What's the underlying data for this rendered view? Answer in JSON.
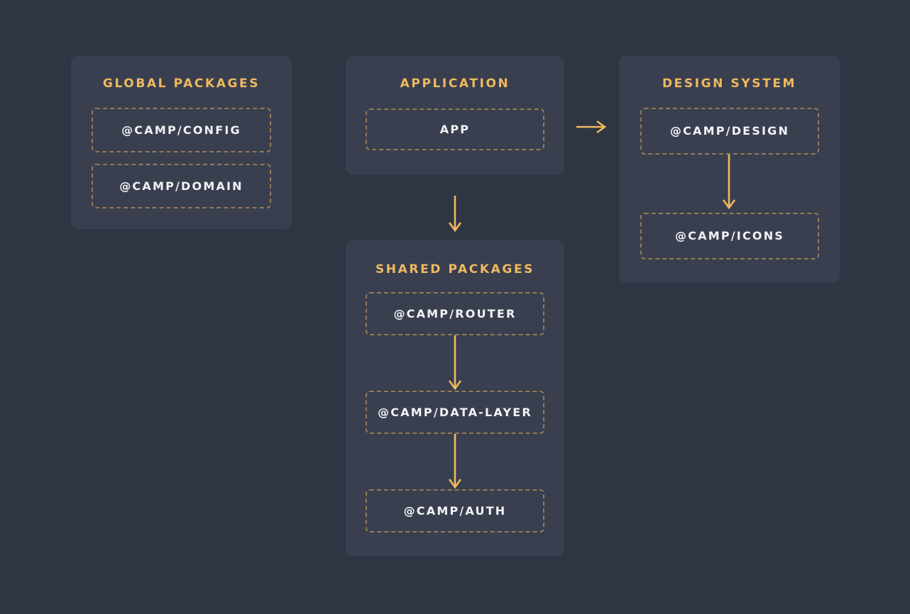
{
  "diagram": {
    "background_color": "#2f3542",
    "card_color": "#393f4f",
    "accent_color": "#efb95f",
    "dashed_border_color": "#937c55",
    "label_color": "#f1f3f6",
    "groups": [
      {
        "id": "global",
        "title": "GLOBAL PACKAGES",
        "packages": [
          {
            "label": "@CAMP/CONFIG"
          },
          {
            "label": "@CAMP/DOMAIN"
          }
        ]
      },
      {
        "id": "application",
        "title": "APPLICATION",
        "packages": [
          {
            "label": "APP"
          }
        ]
      },
      {
        "id": "design",
        "title": "DESIGN SYSTEM",
        "packages": [
          {
            "label": "@CAMP/DESIGN"
          },
          {
            "label": "@CAMP/ICONS"
          }
        ]
      },
      {
        "id": "shared",
        "title": "SHARED PACKAGES",
        "packages": [
          {
            "label": "@CAMP/ROUTER"
          },
          {
            "label": "@CAMP/DATA-LAYER"
          },
          {
            "label": "@CAMP/AUTH"
          }
        ]
      }
    ],
    "arrows": [
      {
        "id": "app-to-design",
        "from": "APP",
        "to": "@CAMP/DESIGN",
        "direction": "right"
      },
      {
        "id": "app-to-shared",
        "from": "APP",
        "to": "SHARED PACKAGES",
        "direction": "down"
      },
      {
        "id": "router-to-data",
        "from": "@CAMP/ROUTER",
        "to": "@CAMP/DATA-LAYER",
        "direction": "down"
      },
      {
        "id": "data-to-auth",
        "from": "@CAMP/DATA-LAYER",
        "to": "@CAMP/AUTH",
        "direction": "down"
      },
      {
        "id": "design-to-icons",
        "from": "@CAMP/DESIGN",
        "to": "@CAMP/ICONS",
        "direction": "down"
      }
    ]
  }
}
